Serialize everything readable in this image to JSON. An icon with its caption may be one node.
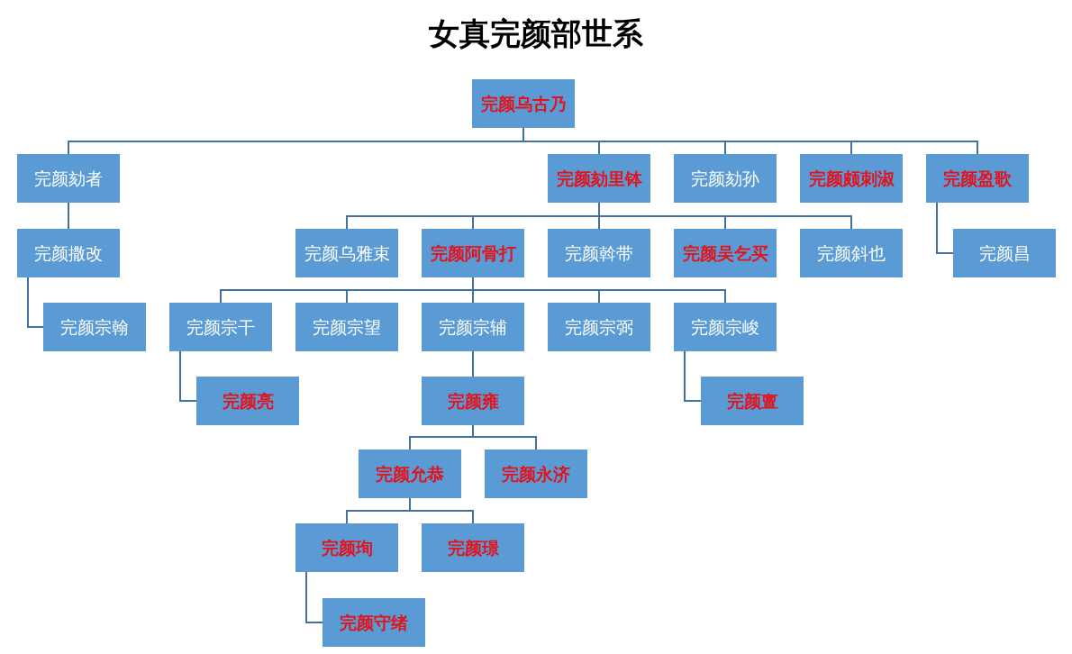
{
  "diagram": {
    "title": "女真完颜部世系",
    "nodes": [
      {
        "text": [
          "完颜乌古乃"
        ]
      },
      {
        "text": [
          "完颜劾者"
        ]
      },
      {
        "text": [
          "完颜劾里钵"
        ]
      },
      {
        "text": [
          "完颜劾孙"
        ]
      },
      {
        "text": [
          "完颜颇刺淑"
        ]
      },
      {
        "text": [
          "完颜盈歌"
        ]
      },
      {
        "text": [
          "完颜撒改"
        ]
      },
      {
        "text": [
          "完颜宗翰"
        ]
      },
      {
        "text": [
          "完颜乌雅束"
        ]
      },
      {
        "text": [
          "完颜阿骨打"
        ]
      },
      {
        "text": [
          "完颜斡带"
        ]
      },
      {
        "text": [
          "完颜吴乞买"
        ]
      },
      {
        "text": [
          "完颜斜也"
        ]
      },
      {
        "text": [
          "完颜昌"
        ]
      },
      {
        "text": [
          "完颜宗干"
        ]
      },
      {
        "text": [
          "完颜宗望"
        ]
      },
      {
        "text": [
          "完颜宗辅"
        ]
      },
      {
        "text": [
          "完颜宗弼"
        ]
      },
      {
        "text": [
          "完颜宗峻"
        ]
      },
      {
        "text": [
          "完颜亮"
        ]
      },
      {
        "text": [
          "完颜雍"
        ]
      },
      {
        "text": [
          "完颜亶"
        ]
      },
      {
        "text": [
          "完颜允恭"
        ]
      },
      {
        "text": [
          "完颜永济"
        ]
      },
      {
        "text": [
          "完颜珣"
        ]
      },
      {
        "text": [
          "完颜璟"
        ]
      },
      {
        "text": [
          "完颜守绪"
        ]
      }
    ],
    "edges": [
      {
        "from": 0,
        "to": 1,
        "arrow": "none"
      },
      {
        "from": 0,
        "to": 2,
        "arrow": "none"
      },
      {
        "from": 0,
        "to": 3,
        "arrow": "none"
      },
      {
        "from": 0,
        "to": 4,
        "arrow": "none"
      },
      {
        "from": 0,
        "to": 5,
        "arrow": "none"
      },
      {
        "from": 1,
        "to": 6,
        "arrow": "none"
      },
      {
        "from": 6,
        "to": 7,
        "arrow": "none"
      },
      {
        "from": 2,
        "to": 8,
        "arrow": "none"
      },
      {
        "from": 2,
        "to": 9,
        "arrow": "none"
      },
      {
        "from": 2,
        "to": 10,
        "arrow": "none"
      },
      {
        "from": 2,
        "to": 11,
        "arrow": "none"
      },
      {
        "from": 2,
        "to": 12,
        "arrow": "none"
      },
      {
        "from": 5,
        "to": 13,
        "arrow": "none"
      },
      {
        "from": 9,
        "to": 14,
        "arrow": "none"
      },
      {
        "from": 9,
        "to": 15,
        "arrow": "none"
      },
      {
        "from": 9,
        "to": 16,
        "arrow": "none"
      },
      {
        "from": 9,
        "to": 17,
        "arrow": "none"
      },
      {
        "from": 9,
        "to": 18,
        "arrow": "none"
      },
      {
        "from": 14,
        "to": 19,
        "arrow": "none"
      },
      {
        "from": 16,
        "to": 20,
        "arrow": "none"
      },
      {
        "from": 18,
        "to": 21,
        "arrow": "none"
      },
      {
        "from": 20,
        "to": 22,
        "arrow": "none"
      },
      {
        "from": 20,
        "to": 23,
        "arrow": "none"
      },
      {
        "from": 22,
        "to": 24,
        "arrow": "none"
      },
      {
        "from": 22,
        "to": 25,
        "arrow": "none"
      },
      {
        "from": 24,
        "to": 26,
        "arrow": "none"
      }
    ]
  }
}
